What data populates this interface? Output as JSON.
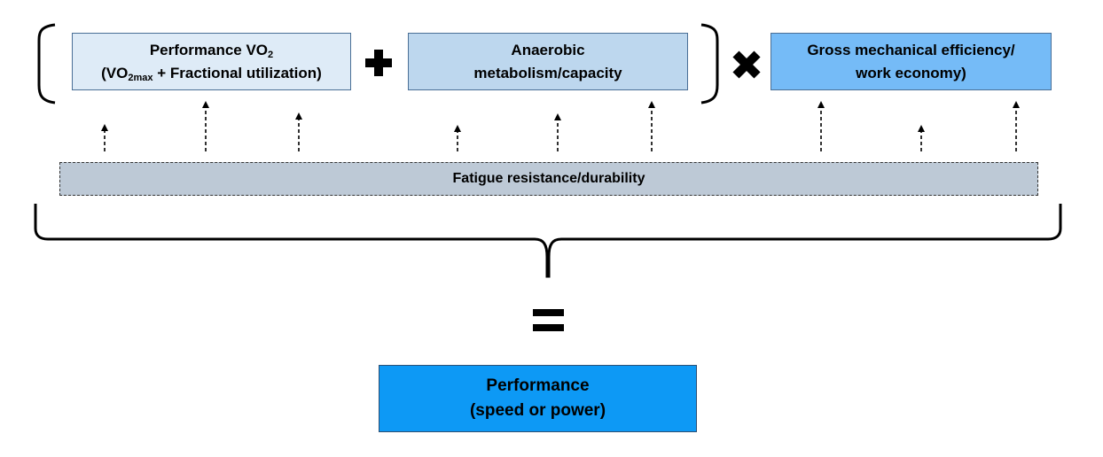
{
  "boxes": {
    "vo2": {
      "title_prefix": "Performance VO",
      "title_sub": "2",
      "line2_open": "(VO",
      "line2_sub": "2max",
      "line2_rest": " + Fractional utilization)"
    },
    "anaerobic": {
      "line1": "Anaerobic",
      "line2": "metabolism/capacity"
    },
    "gross": {
      "line1": "Gross mechanical efficiency/",
      "line2": "work economy)"
    },
    "fatigue": {
      "label": "Fatigue resistance/durability"
    },
    "performance": {
      "line1": "Performance",
      "line2": "(speed or power)"
    }
  },
  "colors": {
    "vo2_fill": "#deebf7",
    "anaerobic_fill": "#bdd7ee",
    "gross_fill": "#75bbf7",
    "fatigue_fill": "#bdc9d6",
    "performance_fill": "#0d99f5"
  }
}
